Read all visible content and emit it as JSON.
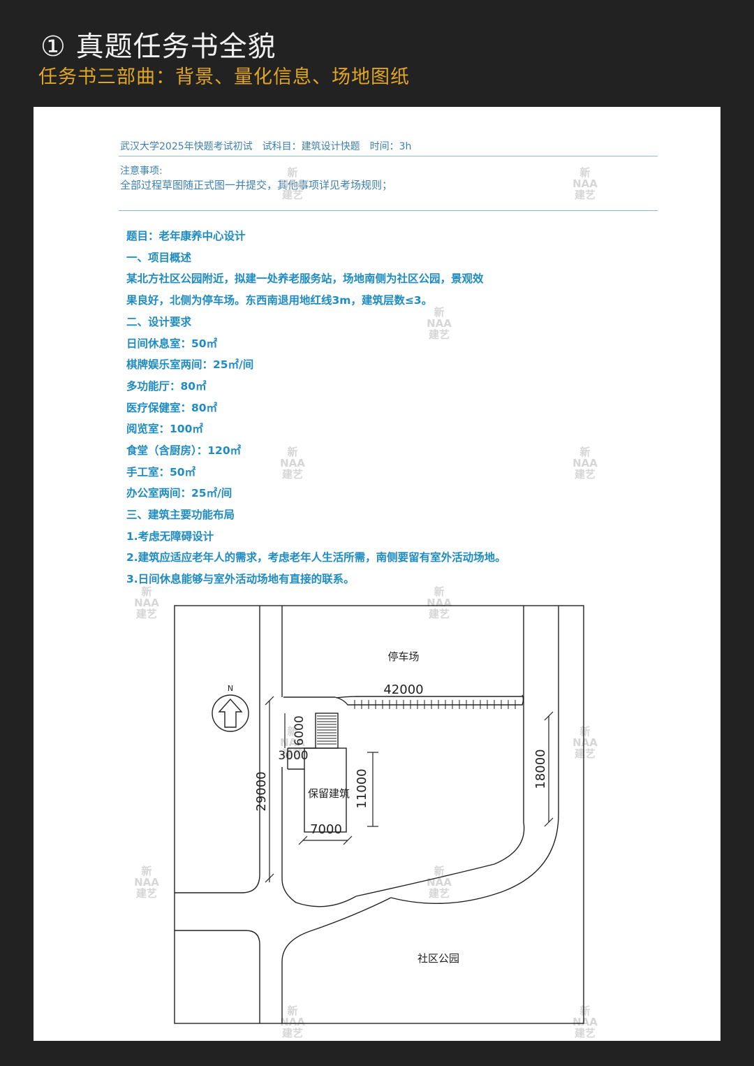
{
  "header": {
    "title": "① 真题任务书全貌",
    "subtitle": "任务书三部曲：背景、量化信息、场地图纸"
  },
  "exam_info": "武汉大学2025年快题考试初试　试科目：建筑设计快题　时间：3h",
  "notes": {
    "heading": "注意事项:",
    "text": "全部过程草图随正式图一并提交，其他事项详见考场规则；"
  },
  "brief": {
    "title": "题目：老年康养中心设计",
    "sec1": "一、项目概述",
    "overview_1": "某北方社区公园附近，拟建一处养老服务站，场地南侧为社区公园，景观效",
    "overview_2": "果良好，北侧为停车场。东西南退用地红线3m，建筑层数≤3。",
    "sec2": "二、设计要求",
    "rooms": [
      "日间休息室：50㎡",
      "棋牌娱乐室两间：25㎡/间",
      "多功能厅：80㎡",
      "医疗保健室：80㎡",
      "阅览室：100㎡",
      "食堂（含厨房）：120㎡",
      "手工室：50㎡",
      "办公室两间：25㎡/间"
    ],
    "sec3": "三、建筑主要功能布局",
    "layout": [
      "1.考虑无障碍设计",
      "2.建筑应适应老年人的需求，考虑老年人生活所需，南侧要留有室外活动场地。",
      "3.日间休息能够与室外活动场地有直接的联系。"
    ]
  },
  "site_plan": {
    "parking_label": "停车场",
    "park_label": "社区公园",
    "retained_label": "保留建筑",
    "north_label": "N",
    "dim_42000": "42000",
    "dim_29000": "29000",
    "dim_18000": "18000",
    "dim_11000": "11000",
    "dim_7000": "7000",
    "dim_6000": "6000",
    "dim_3000": "3000"
  },
  "watermark": [
    "新",
    "NAA",
    "建艺"
  ]
}
